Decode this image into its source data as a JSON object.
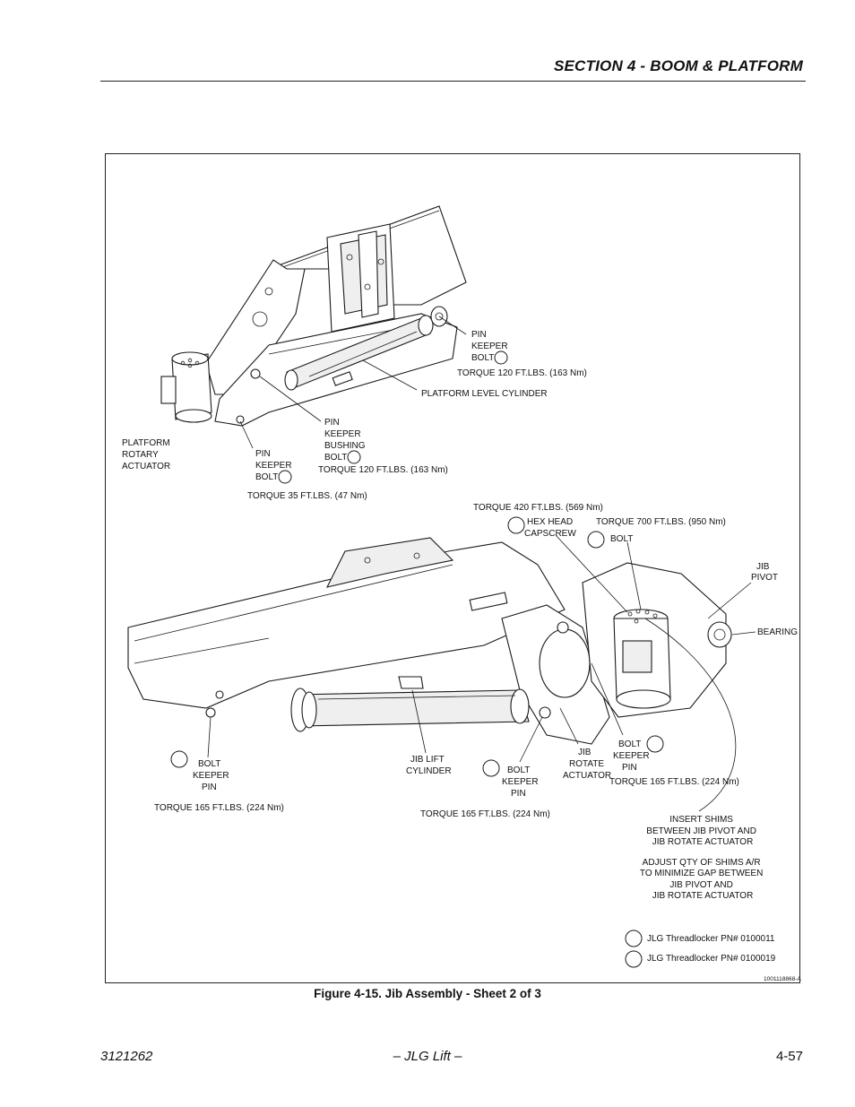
{
  "header": {
    "section_title": "SECTION 4 - BOOM & PLATFORM"
  },
  "figure": {
    "caption": "Figure 4-15.  Jib Assembly - Sheet 2 of 3",
    "drawing_id": "1001118868-A",
    "labels": {
      "pin_keeper_bolt_top": [
        "PIN",
        "KEEPER",
        "BOLT"
      ],
      "torque_120_top": "TORQUE 120 FT.LBS. (163 Nm)",
      "platform_level_cylinder": "PLATFORM LEVEL CYLINDER",
      "pin_keeper_bushing_bolt": [
        "PIN",
        "KEEPER",
        "BUSHING",
        "BOLT"
      ],
      "torque_120_mid": "TORQUE 120 FT.LBS. (163 Nm)",
      "platform_rotary_actuator": [
        "PLATFORM",
        "ROTARY",
        "ACTUATOR"
      ],
      "pin_keeper_bolt_left": [
        "PIN",
        "KEEPER",
        "BOLT"
      ],
      "torque_35": "TORQUE 35 FT.LBS. (47 Nm)",
      "torque_420": "TORQUE 420 FT.LBS. (569 Nm)",
      "hex_head_capscrew": [
        "HEX HEAD",
        "CAPSCREW"
      ],
      "torque_700": "TORQUE 700 FT.LBS. (950 Nm)",
      "bolt": "BOLT",
      "jib_pivot": [
        "JIB",
        "PIVOT"
      ],
      "bearing": "BEARING",
      "bolt_keeper_pin_left": [
        "BOLT",
        "KEEPER",
        "PIN"
      ],
      "torque_165_left": "TORQUE 165 FT.LBS. (224 Nm)",
      "jib_lift_cylinder": [
        "JIB LIFT",
        "CYLINDER"
      ],
      "bolt_keeper_pin_mid": [
        "BOLT",
        "KEEPER",
        "PIN"
      ],
      "torque_165_mid": "TORQUE 165 FT.LBS. (224 Nm)",
      "jib_rotate_actuator": [
        "JIB",
        "ROTATE",
        "ACTUATOR"
      ],
      "bolt_keeper_pin_right": [
        "BOLT",
        "KEEPER",
        "PIN"
      ],
      "torque_165_right": "TORQUE 165 FT.LBS. (224 Nm)",
      "insert_shims": [
        "INSERT SHIMS",
        "BETWEEN JIB PIVOT AND",
        "JIB ROTATE ACTUATOR"
      ],
      "adjust_shims": [
        "ADJUST QTY OF SHIMS A/R",
        "TO MINIMIZE GAP BETWEEN",
        "JIB PIVOT AND",
        "JIB ROTATE ACTUATOR"
      ]
    },
    "legend": [
      "JLG Threadlocker PN# 0100011",
      "JLG Threadlocker PN# 0100019"
    ]
  },
  "footer": {
    "doc_number": "3121262",
    "publisher": "– JLG Lift –",
    "page_number": "4-57"
  }
}
